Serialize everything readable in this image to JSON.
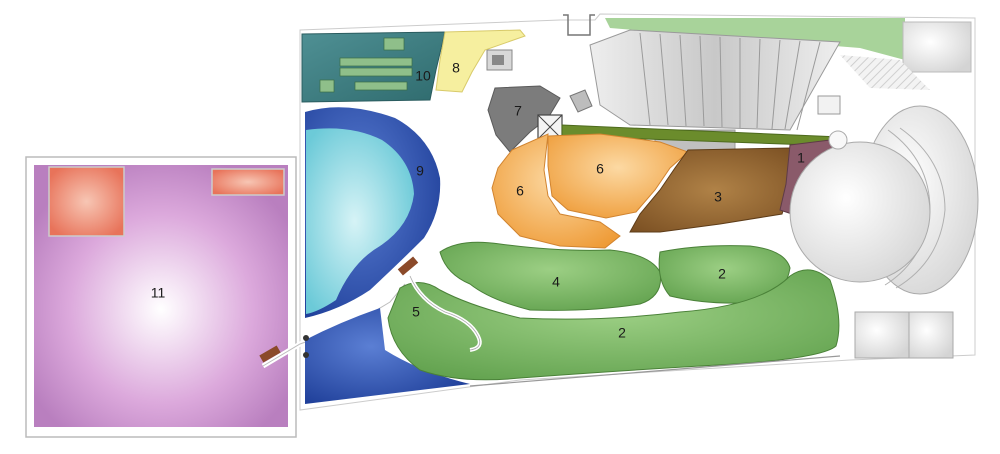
{
  "zones": [
    {
      "id": "1",
      "label": "1",
      "color": "#8a5a6a"
    },
    {
      "id": "2",
      "label": "2",
      "color": "#6fae58"
    },
    {
      "id": "3",
      "label": "3",
      "color": "#8b5e2c"
    },
    {
      "id": "4",
      "label": "4",
      "color": "#6fae58"
    },
    {
      "id": "5",
      "label": "5",
      "color": "#6fae58"
    },
    {
      "id": "6",
      "label": "6",
      "color": "#f2a441"
    },
    {
      "id": "7",
      "label": "7",
      "color": "#7d7d7d"
    },
    {
      "id": "8",
      "label": "8",
      "color": "#f4eb9a"
    },
    {
      "id": "9",
      "label": "9",
      "color": "#2c4ea8"
    },
    {
      "id": "10",
      "label": "10",
      "color": "#3f7d80"
    },
    {
      "id": "11",
      "label": "11",
      "color": "#c890c8"
    }
  ]
}
